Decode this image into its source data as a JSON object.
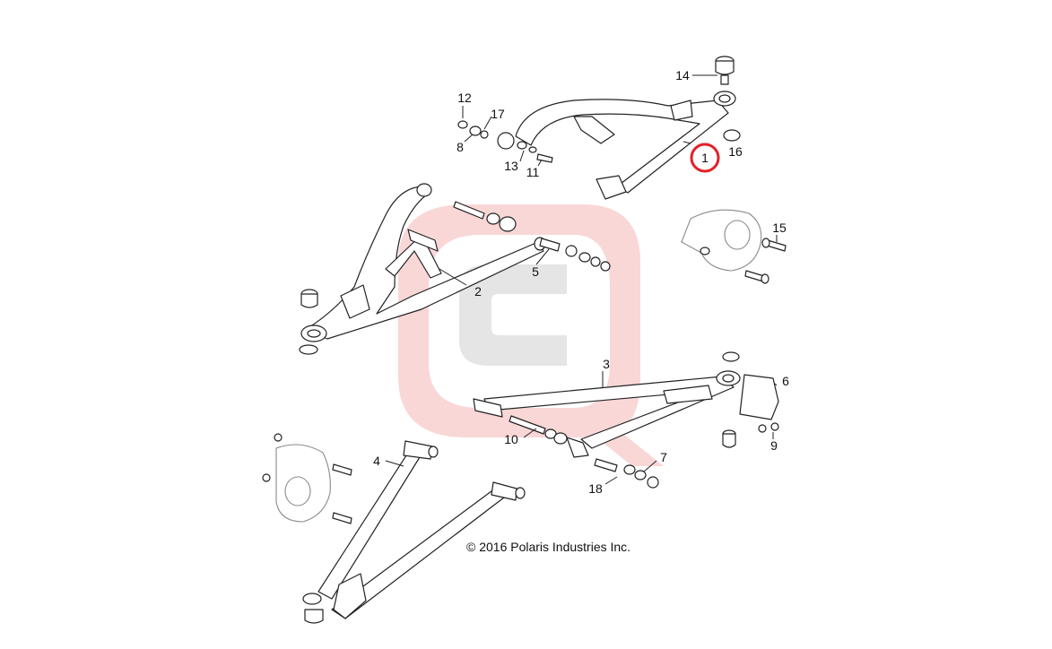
{
  "copyright": "© 2016 Polaris Industries Inc.",
  "highlight": {
    "item": "1",
    "color": "#e32027"
  },
  "watermark": {
    "outer_color": "#f7c9c9",
    "inner_color": "#e0e0e0"
  },
  "callouts": [
    {
      "id": "c1",
      "text": "1"
    },
    {
      "id": "c2",
      "text": "2"
    },
    {
      "id": "c3",
      "text": "3"
    },
    {
      "id": "c4",
      "text": "4"
    },
    {
      "id": "c5",
      "text": "5"
    },
    {
      "id": "c6",
      "text": "6"
    },
    {
      "id": "c7",
      "text": "7"
    },
    {
      "id": "c8",
      "text": "8"
    },
    {
      "id": "c9",
      "text": "9"
    },
    {
      "id": "c10",
      "text": "10"
    },
    {
      "id": "c11",
      "text": "11"
    },
    {
      "id": "c12",
      "text": "12"
    },
    {
      "id": "c13",
      "text": "13"
    },
    {
      "id": "c14",
      "text": "14"
    },
    {
      "id": "c15",
      "text": "15"
    },
    {
      "id": "c16",
      "text": "16"
    },
    {
      "id": "c17",
      "text": "17"
    },
    {
      "id": "c18",
      "text": "18"
    }
  ]
}
